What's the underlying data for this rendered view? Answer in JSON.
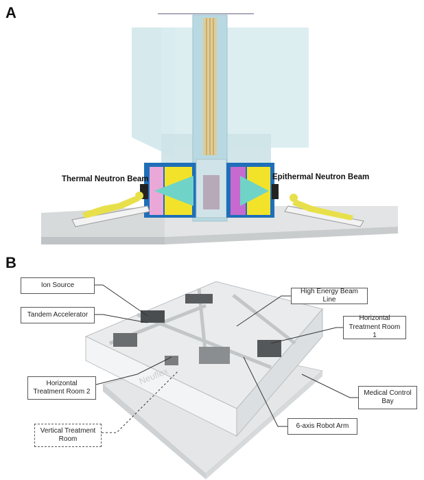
{
  "panels": {
    "a": {
      "letter": "A"
    },
    "b": {
      "letter": "B"
    }
  },
  "beams": {
    "thermal": "Thermal Neutron Beam",
    "epithermal": "Epithermal Neutron Beam"
  },
  "facility_labels": {
    "ion_source": "Ion Source",
    "tandem_accelerator": "Tandem Accelerator",
    "horizontal_room_2_line1": "Horizontal",
    "horizontal_room_2_line2": "Treatment Room 2",
    "vertical_room_line1": "Vertical Treatment",
    "vertical_room_line2": "Room",
    "high_energy_beam_line": "High Energy Beam Line",
    "horizontal_room_1_line1": "Horizontal",
    "horizontal_room_1_line2": "Treatment Room 1",
    "medical_control_line1": "Medical Control",
    "medical_control_line2": "Bay",
    "robot_arm": "6-axis Robot Arm"
  },
  "floor_logo": "Neuflex",
  "colors": {
    "glass": "#cfe6ea",
    "shield_blue": "#1f6fb8",
    "shield_yellow": "#f2e32a",
    "shield_pink": "#e9a8d8",
    "shield_magenta": "#c76ad0",
    "beam_cone": "#6fd3c8",
    "patient": "#e8e04a",
    "floor": "#dcdfe0",
    "building": "#e9ebec"
  }
}
